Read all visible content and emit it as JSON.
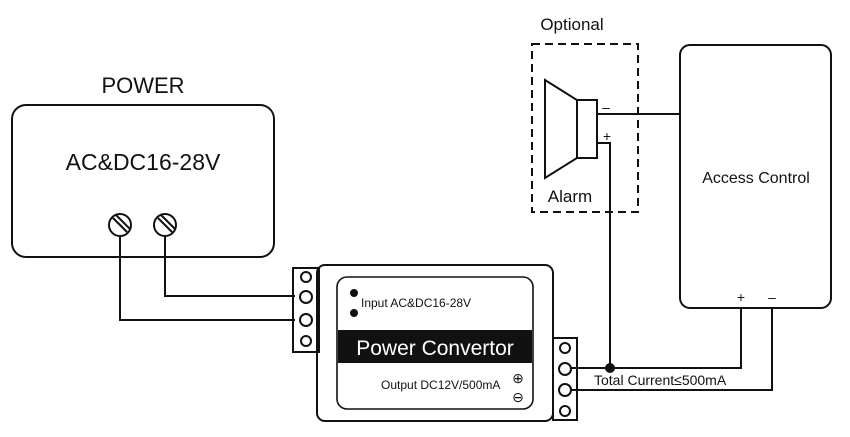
{
  "power": {
    "title": "POWER",
    "voltage": "AC&DC16-28V"
  },
  "alarm": {
    "optional_label": "Optional",
    "label": "Alarm",
    "minus": "–",
    "plus": "+"
  },
  "access_control": {
    "label": "Access Control",
    "plus": "+",
    "minus": "–"
  },
  "converter": {
    "input_label": "Input AC&DC16-28V",
    "title": "Power Convertor",
    "output_label": "Output DC12V/500mA",
    "plus_symbol": "⊕",
    "minus_symbol": "⊖"
  },
  "total_current": "Total Current≤500mA"
}
